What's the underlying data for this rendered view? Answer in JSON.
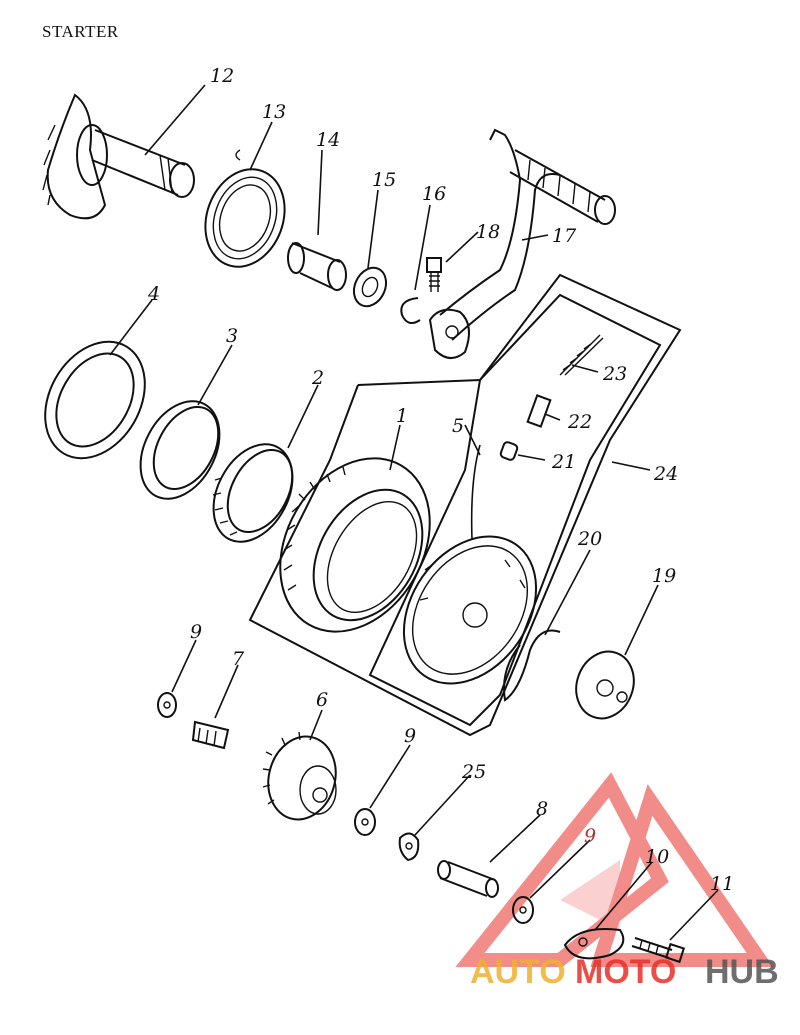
{
  "title": "STARTER",
  "part_numbers": [
    "12",
    "13",
    "14",
    "15",
    "16",
    "18",
    "17",
    "4",
    "3",
    "2",
    "1",
    "5",
    "23",
    "22",
    "21",
    "24",
    "20",
    "19",
    "9",
    "7",
    "6",
    "9",
    "25",
    "8",
    "9",
    "10",
    "11"
  ],
  "watermark": {
    "brand_a": "AUTO",
    "brand_b": "MOTO",
    "brand_c": "HUB",
    "color_primary": "#e8302a",
    "color_secondary": "#f0b030",
    "color_dark": "#555555"
  }
}
